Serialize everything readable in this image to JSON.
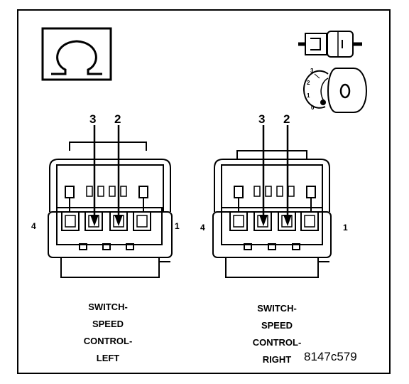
{
  "symbol": {
    "name": "ohm-symbol-icon",
    "glyph": "Ω"
  },
  "left_connector": {
    "pin_callouts": [
      "3",
      "2"
    ],
    "end_labels": {
      "left": "4",
      "right": "1"
    },
    "caption_lines": [
      "SWITCH-",
      "SPEED",
      "CONTROL-",
      "LEFT"
    ]
  },
  "right_connector": {
    "pin_callouts": [
      "3",
      "2"
    ],
    "end_labels": {
      "left": "4",
      "right": "1"
    },
    "caption_lines": [
      "SWITCH-",
      "SPEED",
      "CONTROL-",
      "RIGHT"
    ]
  },
  "ignition": {
    "positions": [
      "3",
      "2",
      "1",
      "0"
    ]
  },
  "figure_id": "8147c579"
}
